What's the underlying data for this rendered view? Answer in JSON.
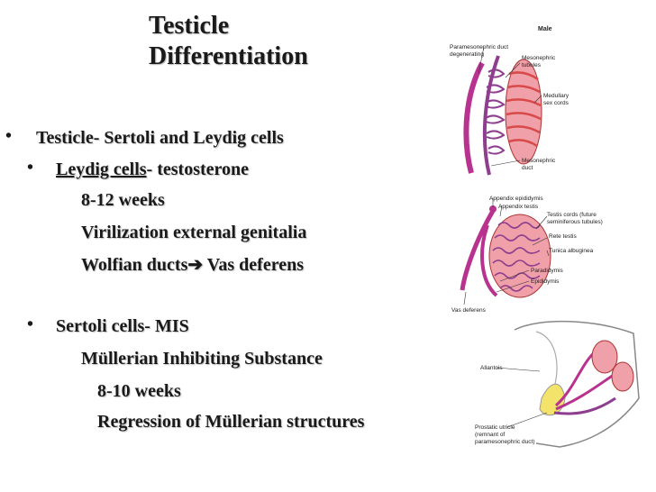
{
  "slide": {
    "title_line1": "Testicle",
    "title_line2": "Differentiation",
    "bullets": {
      "main": "Testicle- Sertoli and Leydig cells",
      "leydig_heading": "Leydig cells",
      "leydig_rest": "- testosterone",
      "leydig_item1": "8-12 weeks",
      "leydig_item2": "Virilization external genitalia",
      "leydig_item3_text": "Wolfian ducts",
      "leydig_item3_arrow": "➔",
      "leydig_item3_end": " Vas deferens",
      "sertoli_heading": "Sertoli cells-  MIS",
      "sertoli_item1": "Müllerian Inhibiting Substance",
      "sertoli_item2": "8-10 weeks",
      "sertoli_item3": "Regression of Müllerian structures"
    }
  },
  "figure": {
    "title": "Male",
    "top_labels": {
      "paramesonephric": "Paramesonephric duct",
      "degenerating": "degenerating",
      "mesonephric_tubules_1": "Mesonephric",
      "mesonephric_tubules_2": "tubules",
      "medullary_1": "Medullary",
      "medullary_2": "sex cords",
      "mesonephric_duct_1": "Mesonephric",
      "mesonephric_duct_2": "duct"
    },
    "middle_labels": {
      "appendix_epididymis": "Appendix epididymis",
      "appendix_testis": "Appendix testis",
      "testis_cords_1": "Testis cords (future",
      "testis_cords_2": "seminiferous tubules)",
      "rete_testis": "Rete testis",
      "tunica": "Tunica albuginea",
      "paradidymis": "Paradidymis",
      "epididymis": "Epididymis",
      "vas_deferens": "Vas deferens"
    },
    "bottom_labels": {
      "allantois": "Allantois",
      "utricle_1": "Prostatic utricle",
      "utricle_2": "(remnant of",
      "utricle_3": "paramesonephric duct)"
    },
    "colors": {
      "duct_magenta": "#b8338f",
      "tubule_purple": "#8e3e8e",
      "testis_pink": "#f0a0a8",
      "cord_red": "#d84a4a",
      "bladder_yellow": "#f4e36b"
    }
  }
}
